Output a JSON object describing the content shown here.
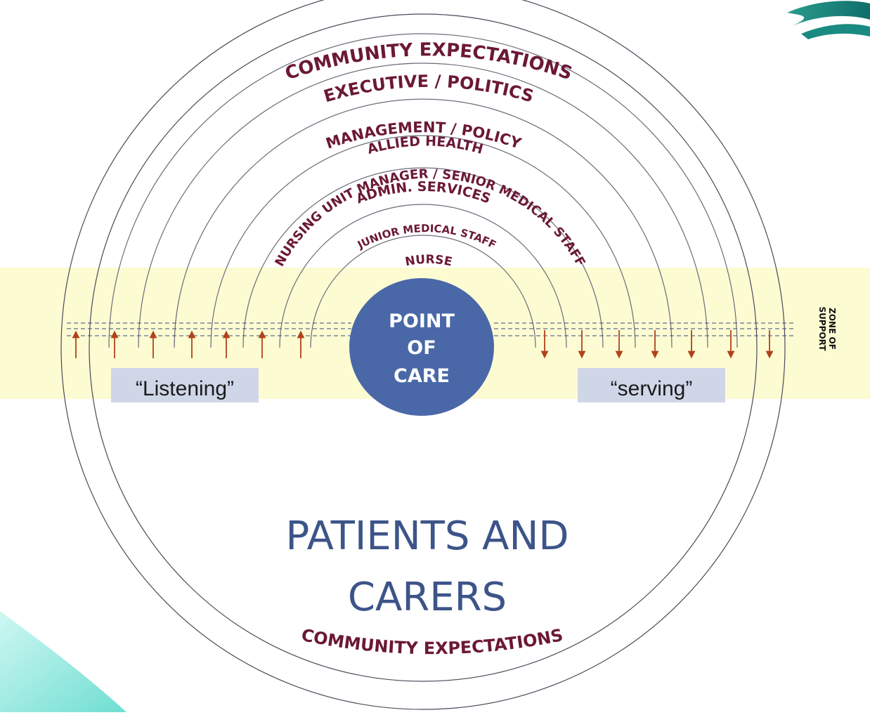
{
  "diagram": {
    "rings": [
      {
        "label": "COMMUNITY EXPECTATIONS",
        "key": "community"
      },
      {
        "label": "EXECUTIVE / POLITICS",
        "key": "executive"
      },
      {
        "label": "MANAGEMENT / POLICY",
        "key": "management"
      },
      {
        "label": "ALLIED HEALTH",
        "key": "allied"
      },
      {
        "label": "ADMIN. SERVICES",
        "key": "admin"
      },
      {
        "label": "NURSING UNIT MANAGER / SENIOR MEDICAL STAFF",
        "key": "num"
      },
      {
        "label": "JUNIOR MEDICAL STAFF",
        "key": "junior"
      },
      {
        "label": "NURSE",
        "key": "nurse"
      }
    ],
    "bottom_label": "COMMUNITY EXPECTATIONS",
    "center_lines": [
      "POINT",
      "OF",
      "CARE"
    ],
    "patients_lines": [
      "PATIENTS AND",
      "CARERS"
    ],
    "listening_label": "“Listening”",
    "serving_label": "“serving”",
    "zone_lines": [
      "ZONE OF",
      "SUPPORT"
    ],
    "colors": {
      "ring_text": "#6b1836",
      "arrow": "#b0421a",
      "center_fill": "#4a68a8",
      "zone_band": "#fdfbd2",
      "label_box": "#cfd6e8",
      "patients_text": "#3c5488",
      "teal": "#3fd3c3"
    }
  }
}
